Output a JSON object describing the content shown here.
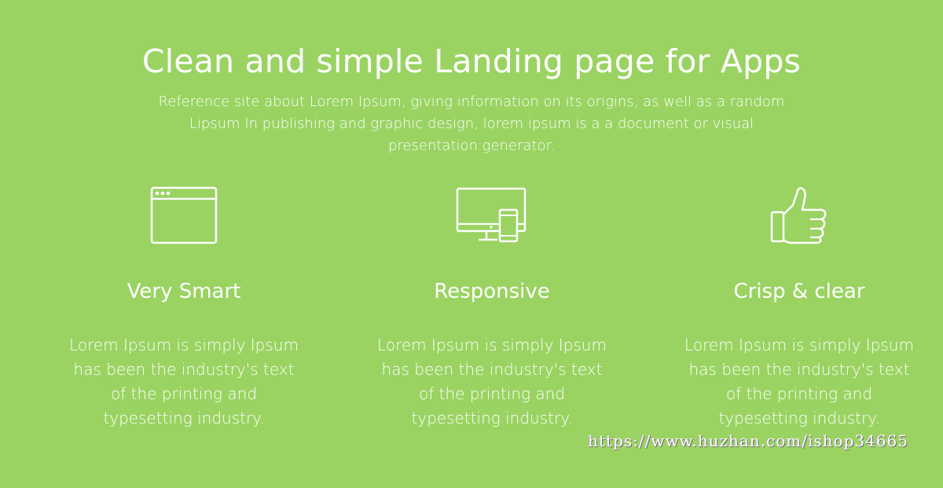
{
  "hero": {
    "title": "Clean and simple Landing page for Apps",
    "subtitle": "Reference site about Lorem Ipsum, giving information on its origins, as well as a random Lipsum In publishing and graphic design, lorem ipsum is a a document or visual presentation.generator."
  },
  "features": [
    {
      "icon": "browser-window-icon",
      "title": "Very Smart",
      "text": "Lorem Ipsum is simply Ipsum has been the industry's text of the printing and typesetting industry."
    },
    {
      "icon": "devices-icon",
      "title": "Responsive",
      "text": "Lorem Ipsum is simply Ipsum has been the industry's text of the printing and typesetting industry."
    },
    {
      "icon": "thumbs-up-icon",
      "title": "Crisp & clear",
      "text": "Lorem Ipsum is simply Ipsum has been the industry's text of the printing and typesetting industry."
    }
  ],
  "watermark": "https://www.huzhan.com/ishop34665",
  "colors": {
    "background": "#9ad362",
    "text": "#ffffff"
  }
}
